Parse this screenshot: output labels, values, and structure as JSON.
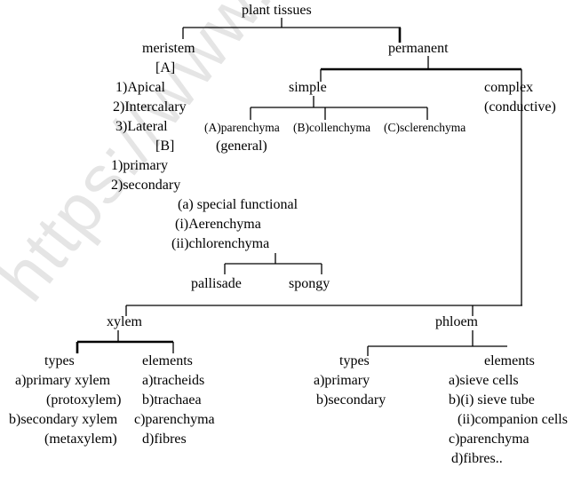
{
  "watermark": "https://www.studiestoday",
  "root": "plant tissues",
  "meristem": {
    "label": "meristem",
    "group_a": "[A]",
    "a_items": [
      "1)Apical",
      "2)Intercalary",
      "3)Lateral"
    ],
    "group_b": "[B]",
    "b_items": [
      "1)primary",
      "2)secondary"
    ]
  },
  "special": {
    "title": "(a) special functional",
    "items": [
      "(i)Aerenchyma",
      "(ii)chlorenchyma"
    ],
    "chlorenchyma_children": [
      "pallisade",
      "spongy"
    ]
  },
  "permanent": {
    "label": "permanent",
    "simple": {
      "label": "simple",
      "children": [
        "(A)parenchyma",
        "(B)collenchyma",
        "(C)sclerenchyma"
      ],
      "parenchyma_note": "(general)"
    },
    "complex": {
      "label": "complex",
      "note": "(conductive)"
    }
  },
  "xylem": {
    "label": "xylem",
    "types_label": "types",
    "types": [
      "a)primary xylem",
      "(protoxylem)",
      "b)secondary xylem",
      "(metaxylem)"
    ],
    "elements_label": "elements",
    "elements": [
      "a)tracheids",
      "b)trachaea",
      "c)parenchyma",
      "d)fibres"
    ]
  },
  "phloem": {
    "label": "phloem",
    "types_label": "types",
    "types": [
      "a)primary",
      "b)secondary"
    ],
    "elements_label": "elements",
    "elements": [
      "a)sieve cells",
      "b)(i) sieve tube",
      "(ii)companion cells",
      "c)parenchyma",
      "d)fibres.."
    ]
  }
}
